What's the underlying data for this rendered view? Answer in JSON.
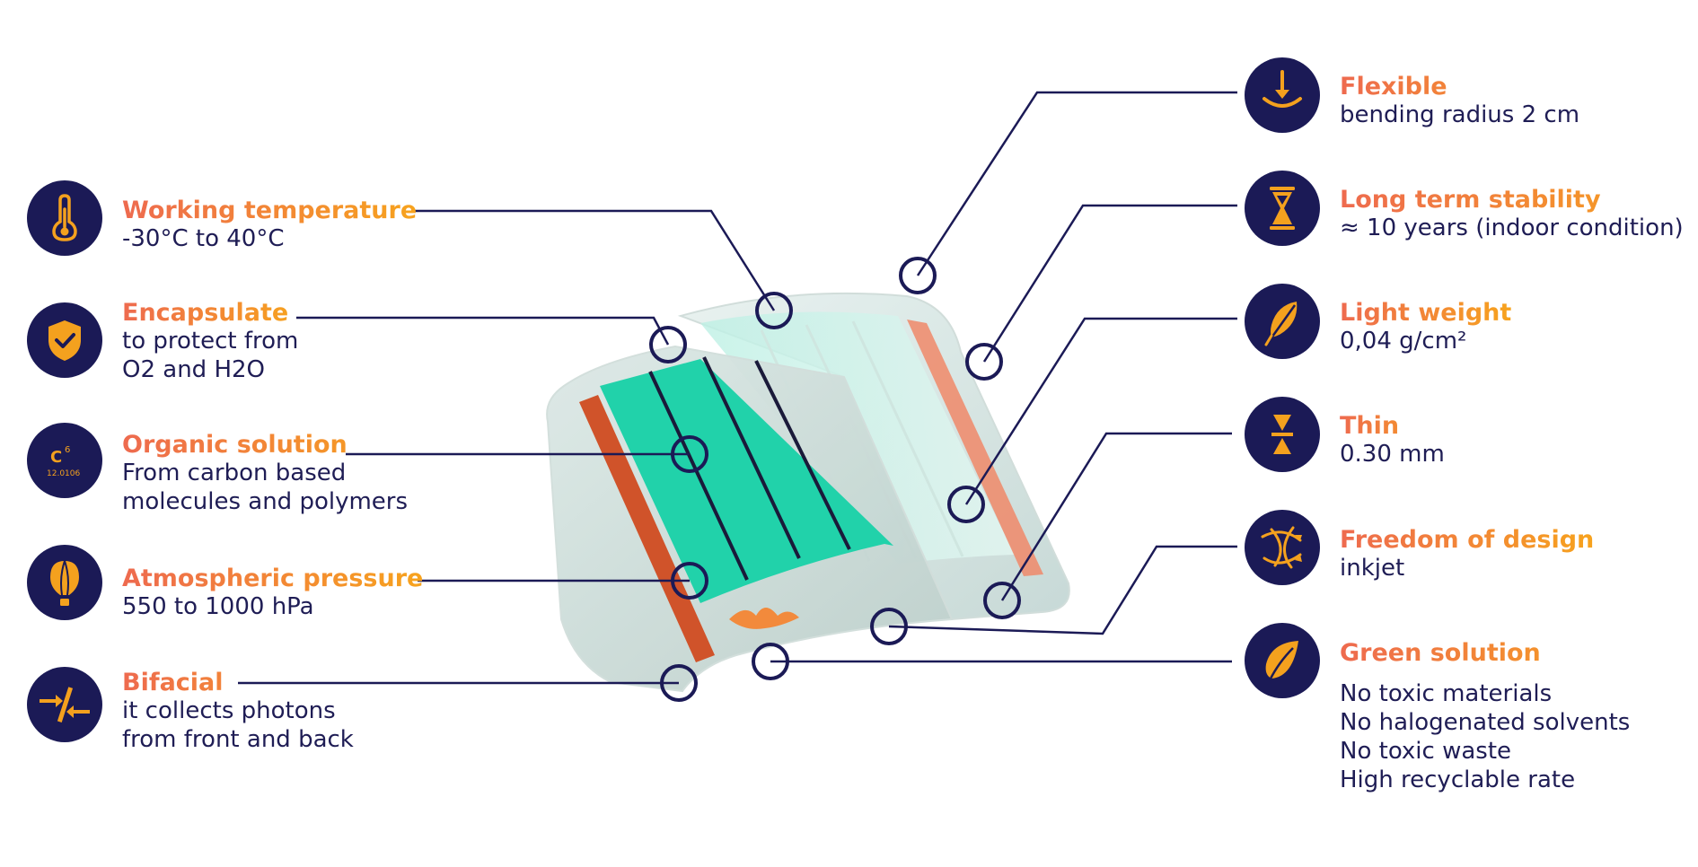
{
  "colors": {
    "navy": "#1b1a56",
    "text": "#1f1d55",
    "accent_start": "#ee6a4f",
    "accent_end": "#f7a31d",
    "cell_green": "#22d4ad",
    "contact_orange": "#d2542a"
  },
  "left_features": [
    {
      "icon": "thermometer-icon",
      "title": "Working temperature",
      "lines": [
        "-30°C to 40°C"
      ]
    },
    {
      "icon": "shield-check-icon",
      "title": "Encapsulate",
      "lines": [
        "to protect from",
        "O2 and H2O"
      ]
    },
    {
      "icon": "carbon-element-icon",
      "title": "Organic solution",
      "lines": [
        "From carbon based",
        "molecules and polymers"
      ],
      "icon_text": {
        "symbol": "C",
        "number": "6",
        "mass": "12.0106"
      }
    },
    {
      "icon": "hot-air-balloon-icon",
      "title": "Atmospheric pressure",
      "lines": [
        "550 to 1000 hPa"
      ]
    },
    {
      "icon": "bifacial-arrows-icon",
      "title": "Bifacial",
      "lines": [
        "it collects photons",
        "from front and back"
      ]
    }
  ],
  "right_features": [
    {
      "icon": "bending-arrow-icon",
      "title": "Flexible",
      "lines": [
        "bending radius 2 cm"
      ]
    },
    {
      "icon": "hourglass-icon",
      "title": "Long term stability",
      "lines": [
        "≈ 10 years (indoor condition)"
      ]
    },
    {
      "icon": "feather-icon",
      "title": "Light weight",
      "lines": [
        "0,04 g/cm²"
      ]
    },
    {
      "icon": "thin-arrows-icon",
      "title": "Thin",
      "lines": [
        "0.30 mm"
      ]
    },
    {
      "icon": "design-arrows-icon",
      "title": "Freedom of design",
      "lines": [
        "inkjet"
      ]
    },
    {
      "icon": "leaf-icon",
      "title": "Green solution",
      "lines": [
        "No toxic materials",
        "No halogenated solvents",
        "No toxic waste",
        "High recyclable rate"
      ]
    }
  ]
}
